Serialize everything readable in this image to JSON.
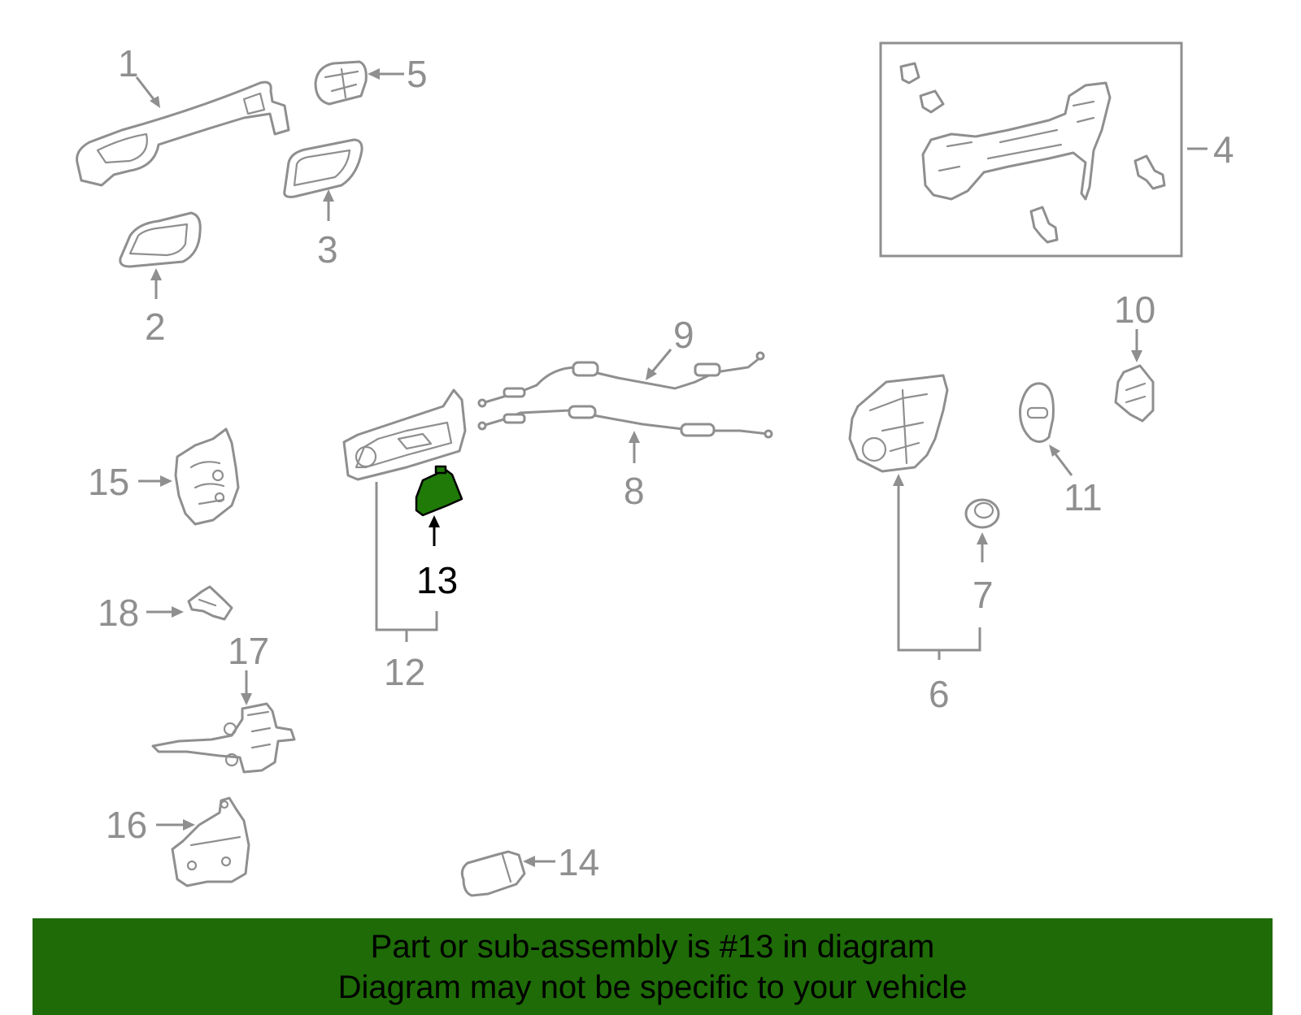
{
  "diagram": {
    "callouts": [
      "1",
      "2",
      "3",
      "4",
      "5",
      "6",
      "7",
      "8",
      "9",
      "10",
      "11",
      "12",
      "13",
      "14",
      "15",
      "16",
      "17",
      "18"
    ],
    "highlighted": "13",
    "colors": {
      "part_stroke": "#8f8f8f",
      "highlight_fill": "#1f7a08",
      "banner_bg": "#1e6b07",
      "text_highlight": "#000000"
    }
  },
  "banner": {
    "line1": "Part or sub-assembly is #13 in diagram",
    "line2": "Diagram may not be specific to your vehicle"
  }
}
